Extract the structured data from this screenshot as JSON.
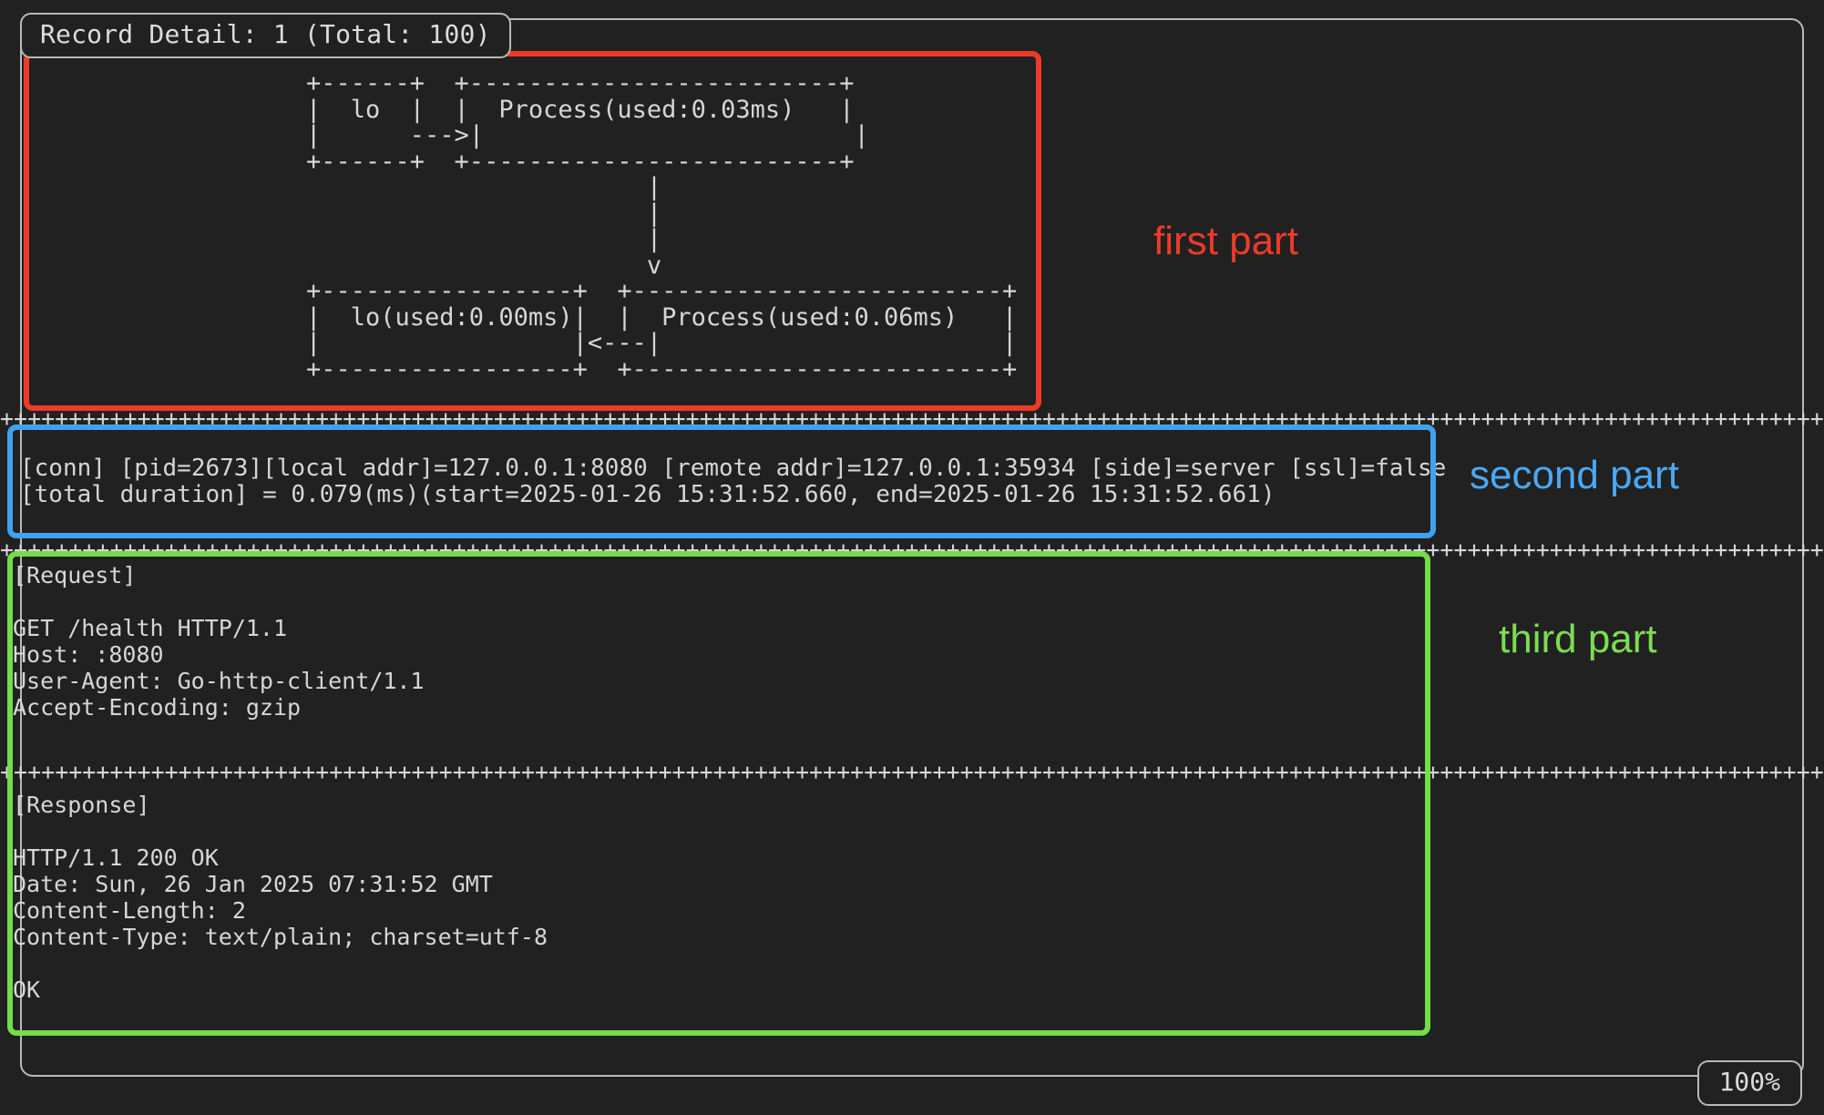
{
  "panel": {
    "title": "Record Detail: 1 (Total: 100)",
    "zoom_badge": "100%",
    "border_color": "#b9b9b9",
    "background_color": "#212121",
    "text_color": "#d6d6d6"
  },
  "first_part": {
    "ascii_diagram": "+------+  +-------------------------+\n|  lo  |  |  Process(used:0.03ms)   |\n|      --->|                         |\n+------+  +-------------------------+\n                       |\n                       |\n                       |\n                       v\n+-----------------+  +-------------------------+\n|  lo(used:0.00ms)|  |  Process(used:0.06ms)   |\n|                 |<---|                       |\n+-----------------+  +-------------------------+"
  },
  "second_part": {
    "lines": [
      "[conn] [pid=2673][local addr]=127.0.0.1:8080 [remote addr]=127.0.0.1:35934 [side]=server [ssl]=false",
      "[total duration] = 0.079(ms)(start=2025-01-26 15:31:52.660, end=2025-01-26 15:31:52.661)"
    ],
    "pid": "2673",
    "local_addr": "127.0.0.1:8080",
    "remote_addr": "127.0.0.1:35934",
    "side": "server",
    "ssl": "false",
    "total_duration_ms": "0.079",
    "start": "2025-01-26 15:31:52.660",
    "end": "2025-01-26 15:31:52.661"
  },
  "third_part": {
    "request_heading": "[Request]",
    "request_body": "GET /health HTTP/1.1\nHost: :8080\nUser-Agent: Go-http-client/1.1\nAccept-Encoding: gzip",
    "response_heading": "[Response]",
    "response_body": "HTTP/1.1 200 OK\nDate: Sun, 26 Jan 2025 07:31:52 GMT\nContent-Length: 2\nContent-Type: text/plain; charset=utf-8\n\nOK"
  },
  "separators": {
    "glyph": "+",
    "rule": "++++++++++++++++++++++++++++++++++++++++++++++++++++++++++++++++++++++++++++++++++++++++++++++++++++++++++++++++++++++++++++++++++++++++++++++++++++"
  },
  "annotations": [
    {
      "id": "first",
      "label": "first part",
      "color": "#ee3b28"
    },
    {
      "id": "second",
      "label": "second part",
      "color": "#4aa8f5"
    },
    {
      "id": "third",
      "label": "third part",
      "color": "#7ddc52"
    }
  ]
}
